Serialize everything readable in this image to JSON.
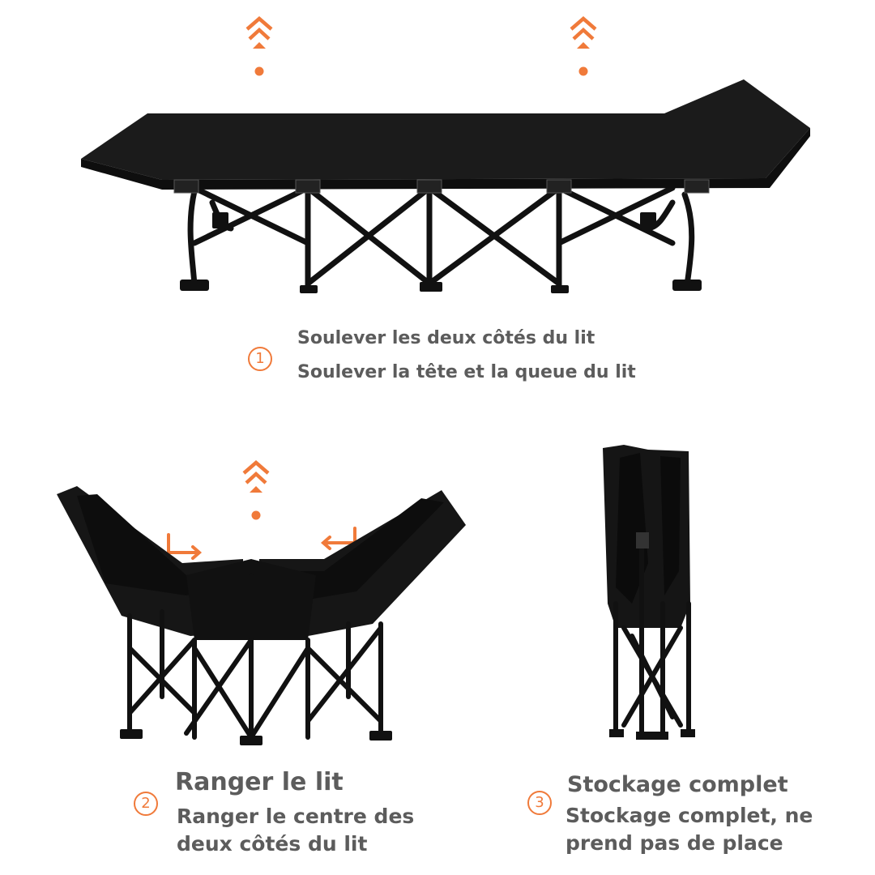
{
  "colors": {
    "accent": "#f07a3a",
    "text": "#5c5c5c",
    "product": "#151515"
  },
  "icons": [
    "lift-up-arrow-icon",
    "fold-in-arrow-icon"
  ],
  "step1": {
    "number": "1",
    "line1": "Soulever les deux côtés du lit",
    "line2": "Soulever la tête et la queue du lit"
  },
  "step2": {
    "number": "2",
    "title": "Ranger le lit",
    "line1": "Ranger le centre des",
    "line2": "deux côtés du lit"
  },
  "step3": {
    "number": "3",
    "title": "Stockage complet",
    "line1": "Stockage complet, ne",
    "line2": "prend pas de place"
  }
}
